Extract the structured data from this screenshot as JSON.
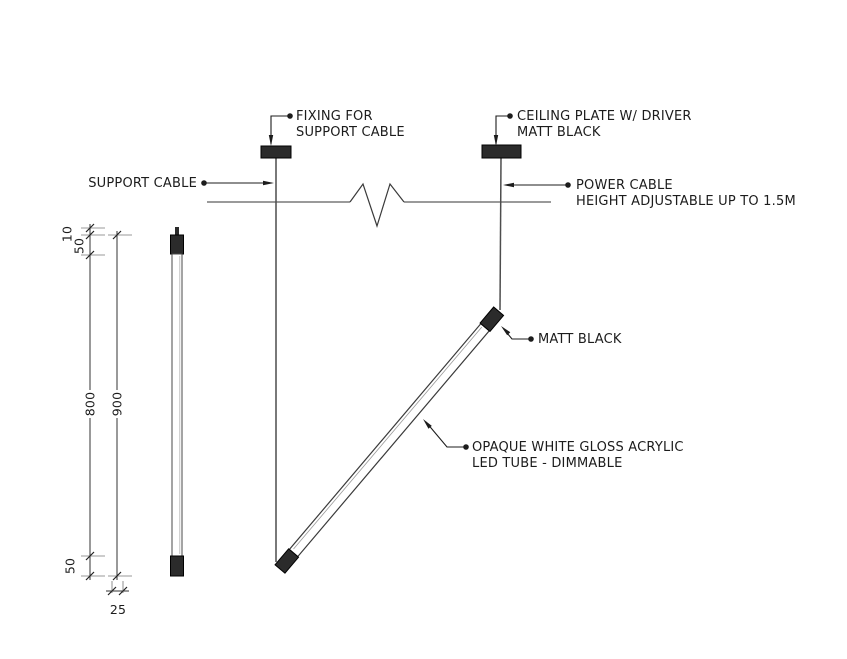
{
  "labels": {
    "fixing": {
      "l1": "FIXING FOR",
      "l2": "SUPPORT CABLE"
    },
    "ceiling_plate": {
      "l1": "CEILING PLATE W/ DRIVER",
      "l2": "MATT BLACK"
    },
    "support_cable": "SUPPORT CABLE",
    "power_cable": {
      "l1": "POWER CABLE",
      "l2": "HEIGHT ADJUSTABLE UP TO 1.5M"
    },
    "end_cap": "MATT BLACK",
    "tube": {
      "l1": "OPAQUE WHITE GLOSS ACRYLIC",
      "l2": "LED TUBE - DIMMABLE"
    }
  },
  "dimensions": {
    "pin": "10",
    "cap_top": "50",
    "body": "800",
    "overall": "900",
    "cap_bottom": "50",
    "width": "25"
  },
  "colors": {
    "ink": "#1c1c1c",
    "fitting": "#2b2b2b",
    "gray": "#8c8c8c",
    "bg": "#ffffff"
  }
}
